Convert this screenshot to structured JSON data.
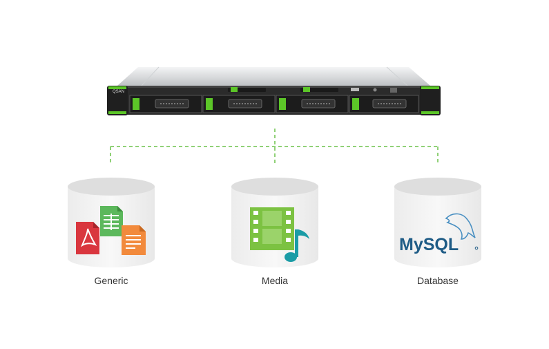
{
  "device": {
    "brand": "QSAN",
    "accent": "#5cc628",
    "drive_bays": 4
  },
  "connector": {
    "color": "#6cc24a",
    "style": "dashed"
  },
  "storage": [
    {
      "label": "Generic",
      "icons": [
        "pdf-file-icon",
        "spreadsheet-file-icon",
        "presentation-file-icon"
      ]
    },
    {
      "label": "Media",
      "icons": [
        "film-strip-icon",
        "music-note-icon"
      ]
    },
    {
      "label": "Database",
      "icons": [
        "mysql-logo"
      ],
      "logo_text": "MySQL"
    }
  ]
}
